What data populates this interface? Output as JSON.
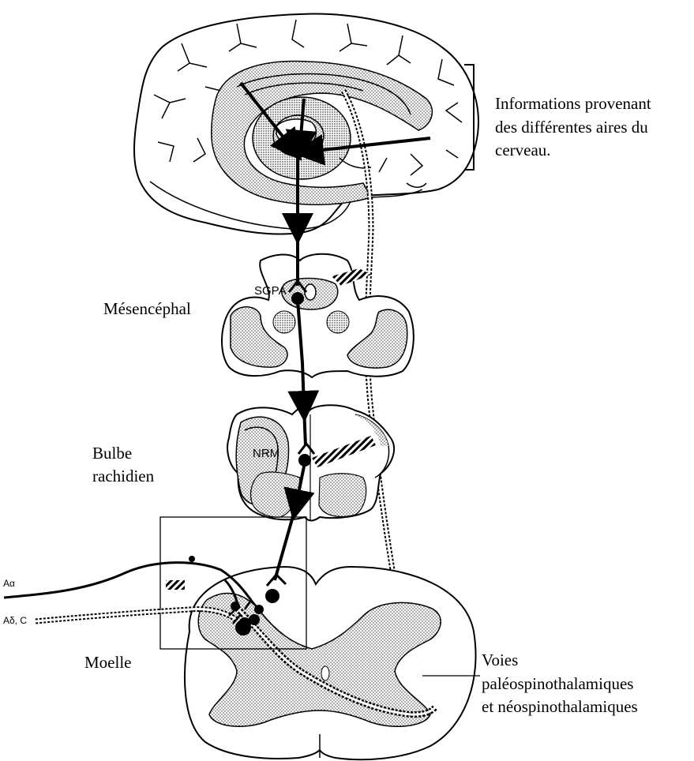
{
  "labels": {
    "info_line1": "Informations provenant",
    "info_line2": "des différentes aires du",
    "info_line3": "cerveau.",
    "mesencephal": "Mésencéphal",
    "bulbe_line1": "Bulbe",
    "bulbe_line2": "rachidien",
    "moelle": "Moelle",
    "voies_line1": "Voies",
    "voies_line2": "paléospinothalamiques",
    "voies_line3": "et néospinothalamiques",
    "sgpa": "SGPA",
    "nrm": "NRM",
    "a_alpha": "Aα",
    "a_delta_c": "Aδ, C"
  },
  "colors": {
    "stroke": "#000000",
    "stipple": "#000000",
    "background": "#ffffff"
  }
}
